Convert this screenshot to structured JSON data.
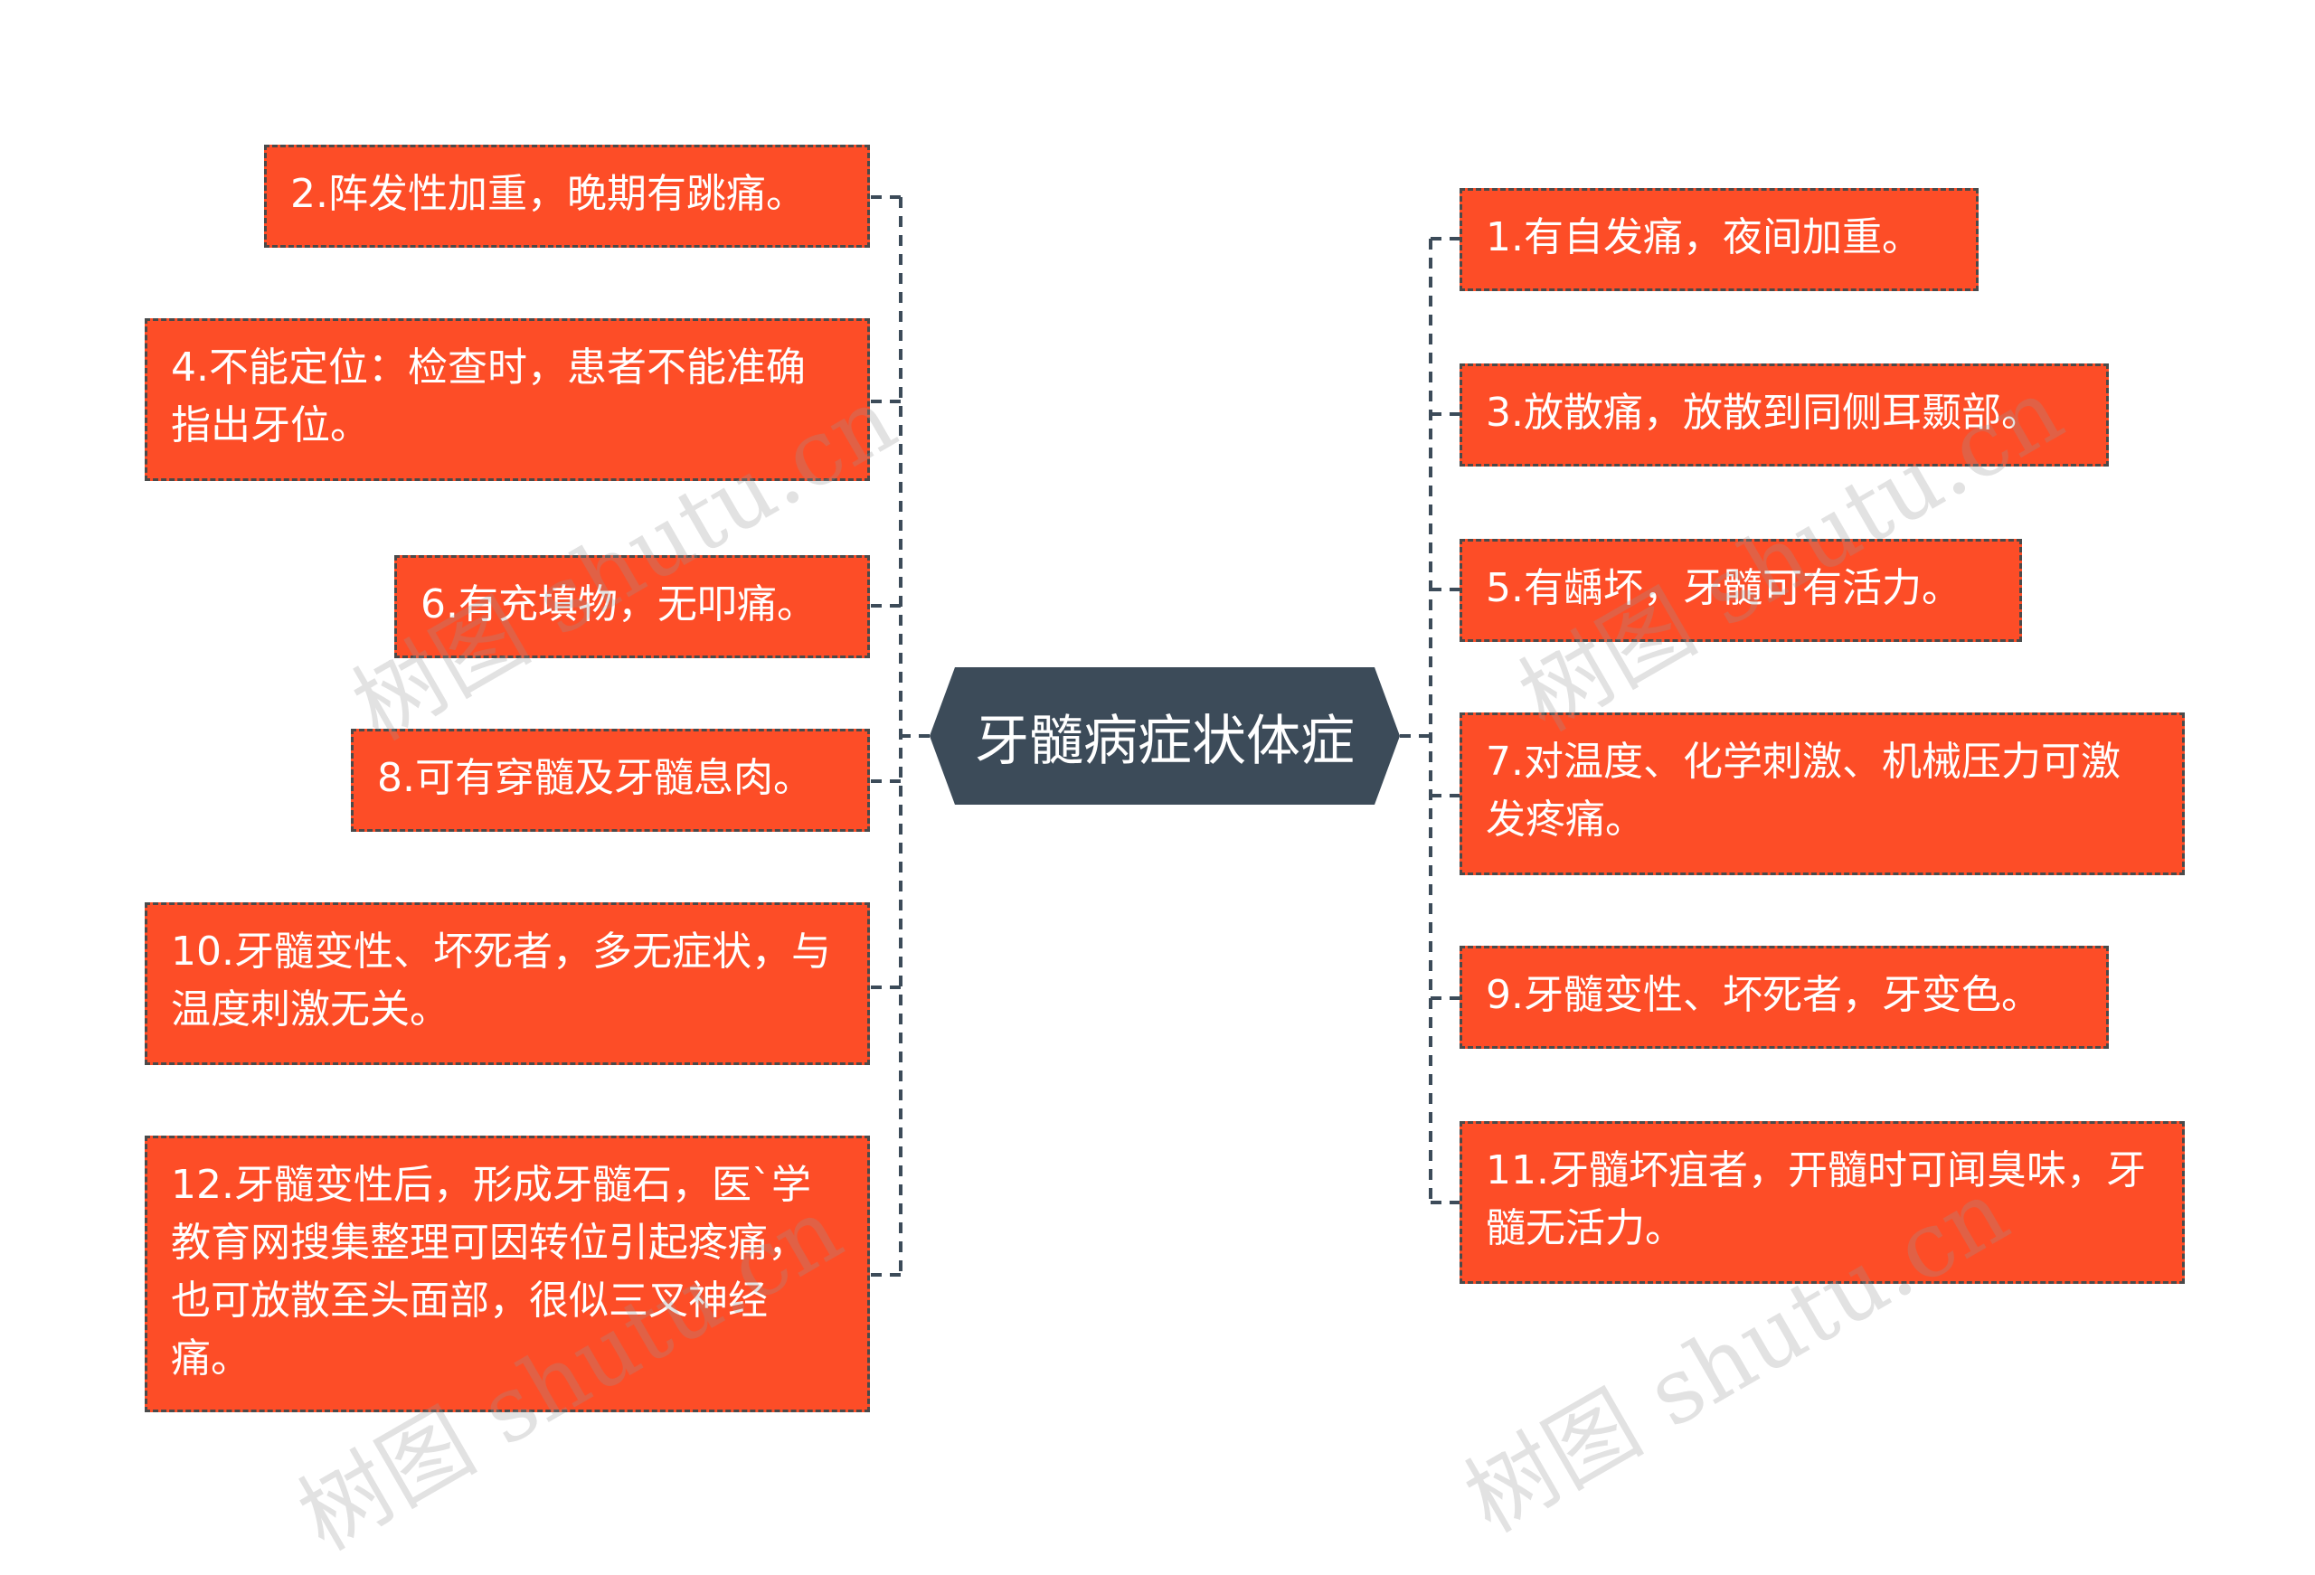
{
  "center": {
    "title": "牙髓病症状体症"
  },
  "left_nodes": [
    {
      "text": "2.阵发性加重，晚期有跳痛。"
    },
    {
      "text": "4.不能定位：检查时，患者不能准确指出牙位。"
    },
    {
      "text": "6.有充填物，无叩痛。"
    },
    {
      "text": "8.可有穿髓及牙髓息肉。"
    },
    {
      "text": "10.牙髓变性、坏死者，多无症状，与温度刺激无关。"
    },
    {
      "text": "12.牙髓变性后，形成牙髓石，医`学教育网搜集整理可因转位引起疼痛，也可放散至头面部，很似三叉神经痛。"
    }
  ],
  "right_nodes": [
    {
      "text": "1.有自发痛，夜间加重。"
    },
    {
      "text": "3.放散痛，放散到同侧耳颞部。"
    },
    {
      "text": "5.有龋坏，牙髓可有活力。"
    },
    {
      "text": "7.对温度、化学刺激、机械压力可激发疼痛。"
    },
    {
      "text": "9.牙髓变性、坏死者，牙变色。"
    },
    {
      "text": "11.牙髓坏疽者，开髓时可闻臭味，牙髓无活力。"
    }
  ],
  "watermarks": [
    "树图 shutu.cn",
    "树图 shutu.cn",
    "树图 shutu.cn",
    "树图 shutu.cn"
  ],
  "colors": {
    "node_fill": "#fd4d27",
    "center_fill": "#3c4b59",
    "connector": "#4a4a4a"
  }
}
